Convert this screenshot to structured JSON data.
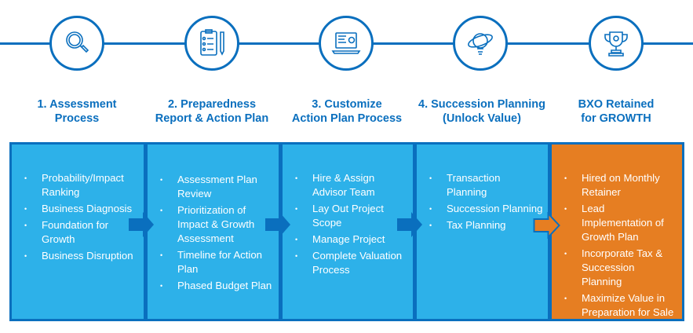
{
  "steps": [
    {
      "icon": "magnifier-icon",
      "title_line1": "1. Assessment",
      "title_line2": "Process",
      "items": [
        "Probability/Impact Ranking",
        "Business Diagnosis",
        "Foundation for Growth",
        "Business Disruption"
      ]
    },
    {
      "icon": "clipboard-pen-icon",
      "title_line1": "2. Preparedness",
      "title_line2": "Report & Action Plan",
      "items": [
        "Assessment Plan Review",
        "Prioritization of Impact & Growth Assessment",
        "Timeline for Action Plan",
        "Phased Budget Plan"
      ]
    },
    {
      "icon": "laptop-gear-icon",
      "title_line1": "3. Customize",
      "title_line2": "Action Plan Process",
      "items": [
        "Hire & Assign Advisor Team",
        "Lay Out Project Scope",
        "Manage Project",
        "Complete Valuation Process"
      ]
    },
    {
      "icon": "lightbulb-orbit-icon",
      "title_line1": "4. Succession Planning",
      "title_line2": "(Unlock Value)",
      "items": [
        "Transaction Planning",
        "Succession Planning",
        "Tax Planning"
      ]
    },
    {
      "icon": "trophy-icon",
      "title_line1": "BXO Retained",
      "title_line2": "for GROWTH",
      "items": [
        "Hired on Monthly Retainer",
        "Lead Implementation of Growth Plan",
        "Incorporate Tax & Succession Planning",
        "Maximize Value in Preparation for Sale"
      ]
    }
  ],
  "colors": {
    "primary": "#0A6FBE",
    "box": "#2DB1E9",
    "highlight": "#E67E22"
  }
}
